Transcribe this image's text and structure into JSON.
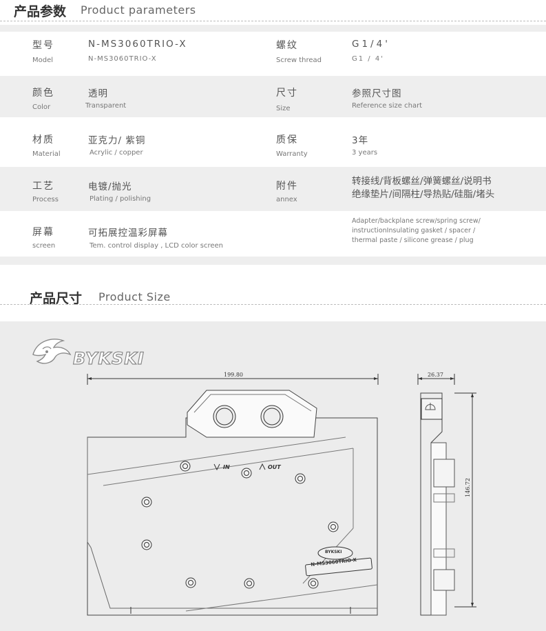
{
  "params_header": {
    "zh": "产品参数",
    "en": "Product parameters"
  },
  "rows": [
    {
      "l_zh": "型号",
      "l_en": "Model",
      "lv_zh": "N-MS3060TRIO-X",
      "lv_en": "N-MS3060TRIO-X",
      "r_zh": "螺纹",
      "r_en": "Screw thread",
      "rv_zh": "G1/4'",
      "rv_en": "G1 / 4'"
    },
    {
      "l_zh": "颜色",
      "l_en": "Color",
      "lv_zh": "透明",
      "lv_en": "Transparent",
      "r_zh": "尺寸",
      "r_en": "Size",
      "rv_zh": "参照尺寸图",
      "rv_en": "Reference size chart"
    },
    {
      "l_zh": "材质",
      "l_en": "Material",
      "lv_zh": "亚克力/ 紫铜",
      "lv_en": "Acrylic / copper",
      "r_zh": "质保",
      "r_en": "Warranty",
      "rv_zh": "3年",
      "rv_en": "3 years"
    },
    {
      "l_zh": "工艺",
      "l_en": "Process",
      "lv_zh": "电镀/抛光",
      "lv_en": "Plating / polishing",
      "r_zh": "附件",
      "r_en": "annex",
      "rv_zh_1": "转接线/背板螺丝/弹簧螺丝/说明书",
      "rv_zh_2": "绝缘垫片/间隔柱/导热贴/硅脂/堵头"
    },
    {
      "l_zh": "屏幕",
      "l_en": "screen",
      "lv_zh": "可拓展控温彩屏幕",
      "lv_en": "Tem. control display ,  LCD color screen",
      "rv_en_1": "Adapter/backplane screw/spring screw/",
      "rv_en_2": "instructionInsulating gasket / spacer /",
      "rv_en_3": "thermal paste / silicone grease / plug"
    }
  ],
  "size_header": {
    "zh": "产品尺寸",
    "en": "Product Size"
  },
  "drawing": {
    "brand": "BYKSKI",
    "width_dim": "199.80",
    "depth_dim": "26.37",
    "height_dim": "146.72",
    "port_in": "IN",
    "port_out": "OUT",
    "model_plate": "N-MS3060TRIO-X",
    "plate_logo": "BYKSKI"
  },
  "colors": {
    "row_gray": "#eeeeee",
    "drawing_bg": "#ececec",
    "line": "#333333"
  }
}
